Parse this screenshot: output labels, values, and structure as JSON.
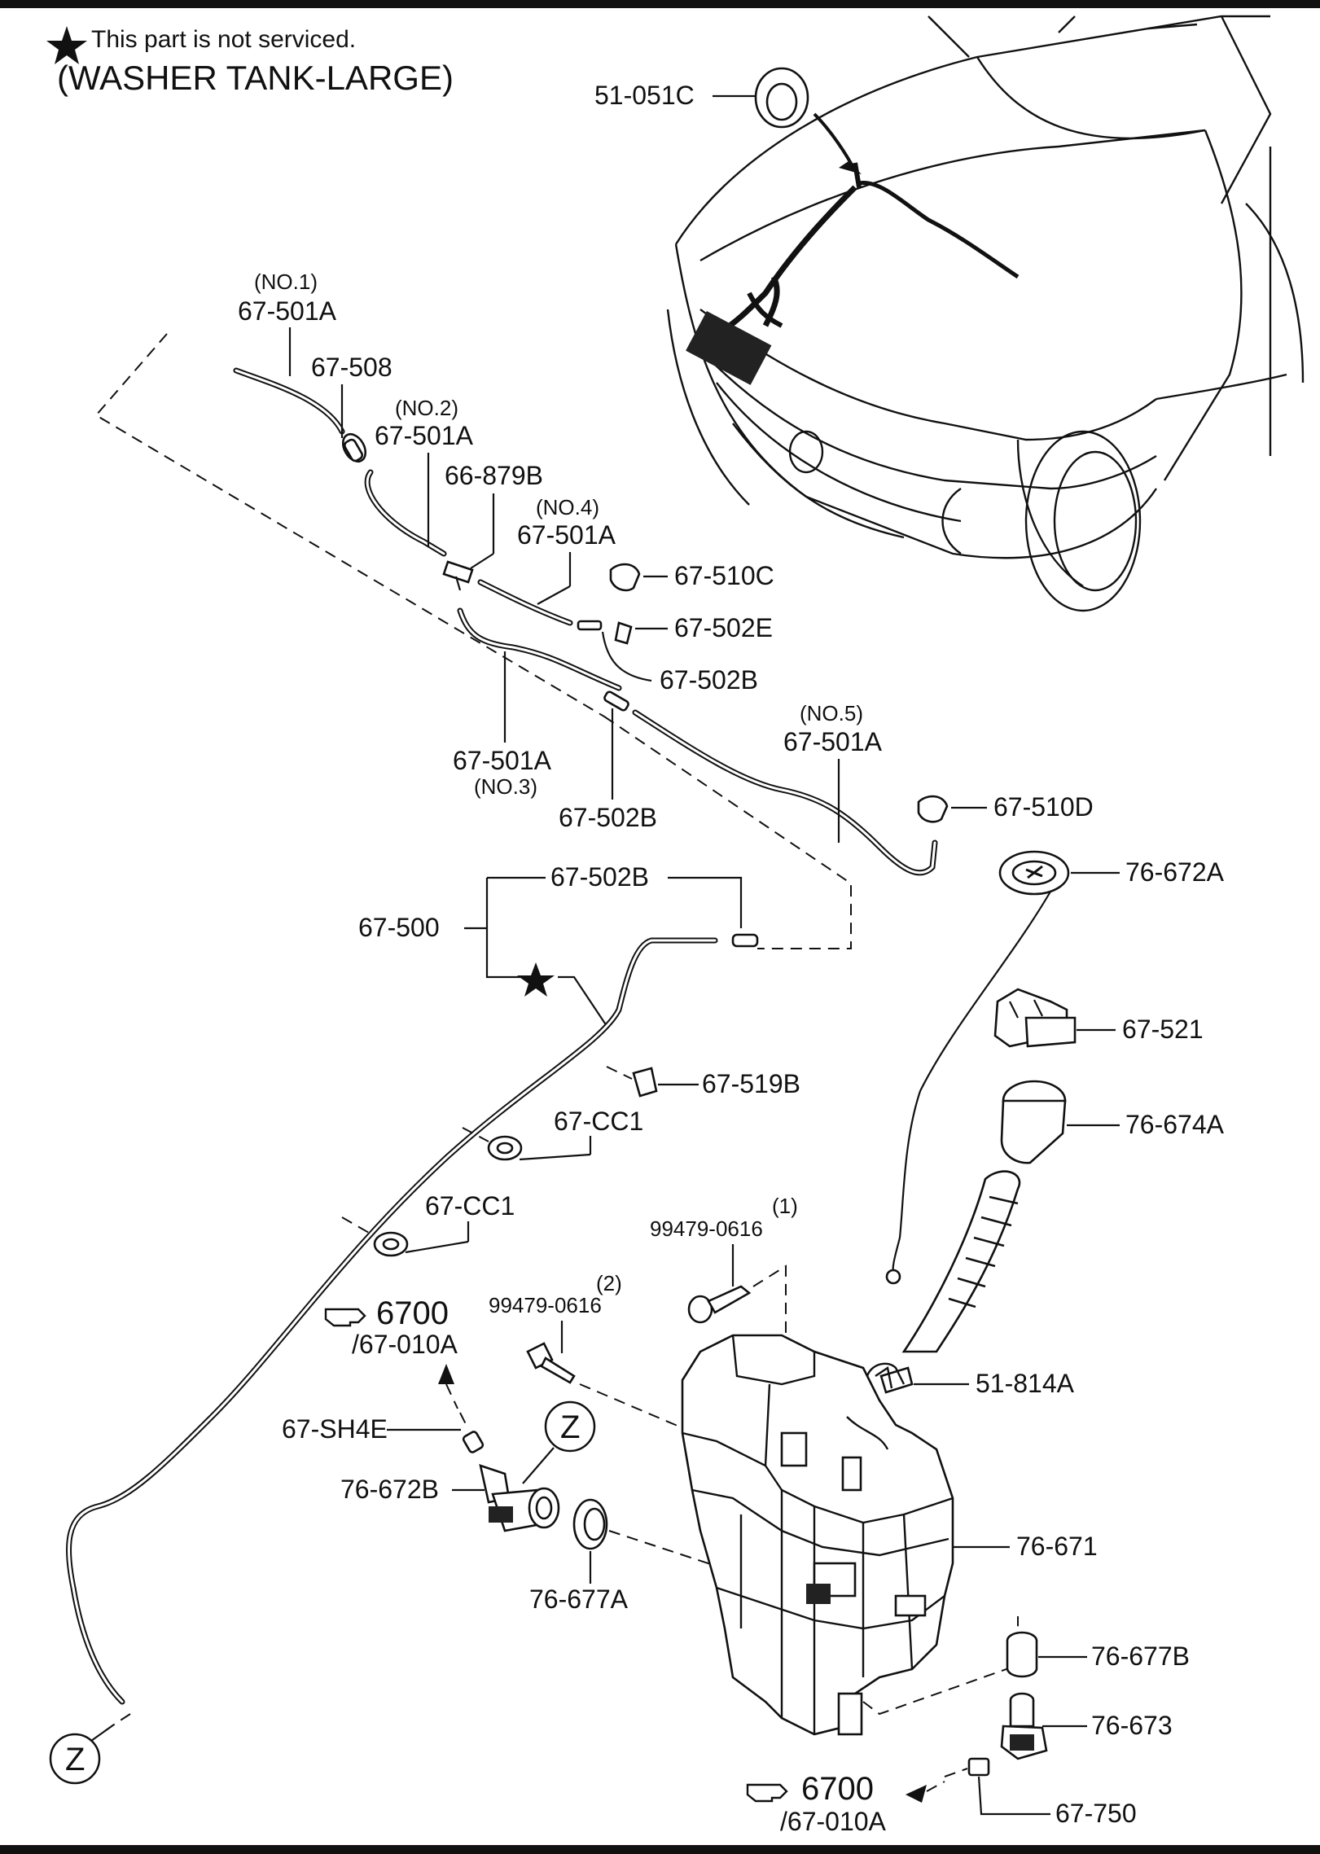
{
  "header": {
    "note": "This part is not serviced.",
    "note_icon": "star-icon",
    "title": "(WASHER TANK-LARGE)"
  },
  "labels": {
    "p51_051c": "51-051C",
    "no1": "(NO.1)",
    "p67_501a_1": "67-501A",
    "p67_508": "67-508",
    "no2": "(NO.2)",
    "p67_501a_2": "67-501A",
    "p66_879b": "66-879B",
    "no4": "(NO.4)",
    "p67_501a_4": "67-501A",
    "p67_510c": "67-510C",
    "p67_502e": "67-502E",
    "p67_502b_1": "67-502B",
    "p67_501a_3": "67-501A",
    "no3": "(NO.3)",
    "p67_502b_2": "67-502B",
    "no5": "(NO.5)",
    "p67_501a_5": "67-501A",
    "p67_510d": "67-510D",
    "p76_672a": "76-672A",
    "p67_502b_3": "67-502B",
    "p67_500": "67-500",
    "p67_521": "67-521",
    "p67_519b": "67-519B",
    "p67_cc1_1": "67-CC1",
    "p76_674a": "76-674A",
    "p67_cc1_2": "67-CC1",
    "q1": "(1)",
    "p99479_1": "99479-0616",
    "q2": "(2)",
    "p99479_2": "99479-0616",
    "ref_top_num": "6700",
    "ref_top_sub": "/67-010A",
    "p51_814a": "51-814A",
    "p67_sh4e": "67-SH4E",
    "z_mid": "Z",
    "p76_672b": "76-672B",
    "p76_671": "76-671",
    "p76_677a": "76-677A",
    "p76_677b": "76-677B",
    "p76_673": "76-673",
    "z_bottom": "Z",
    "ref_bot_num": "6700",
    "ref_bot_sub": "/67-010A",
    "p67_750": "67-750"
  },
  "icons": {
    "reference": "pointing-hand-icon",
    "star": "star-icon",
    "connector": "circle-letter-icon"
  }
}
